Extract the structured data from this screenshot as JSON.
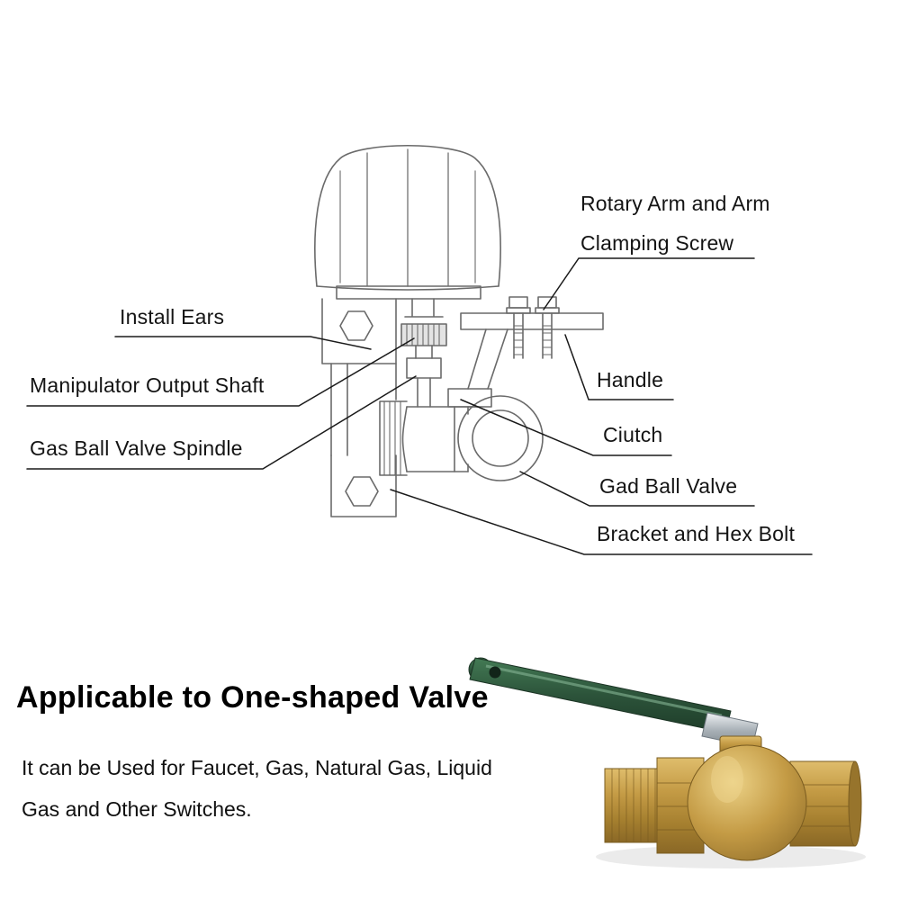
{
  "labels": {
    "rotary_arm_line1": "Rotary Arm and Arm",
    "rotary_arm_line2": "Clamping Screw",
    "install_ears": "Install Ears",
    "manipulator_output_shaft": "Manipulator Output Shaft",
    "gas_ball_valve_spindle": "Gas Ball Valve Spindle",
    "handle": "Handle",
    "clutch": "Ciutch",
    "gad_ball_valve": "Gad Ball Valve",
    "bracket_and_hex_bolt": "Bracket and Hex Bolt"
  },
  "bottom_section": {
    "heading": "Applicable to One-shaped Valve",
    "description_line1": "It can be Used for Faucet, Gas, Natural Gas, Liquid",
    "description_line2": "Gas and Other Switches."
  },
  "colors": {
    "background": "#ffffff",
    "drawing_line": "#6a6a6a",
    "label_line": "#1a1a1a",
    "text": "#141414",
    "brass": "#c49b45",
    "handle_green": "#2f5d40",
    "chrome": "#aab2b8"
  }
}
